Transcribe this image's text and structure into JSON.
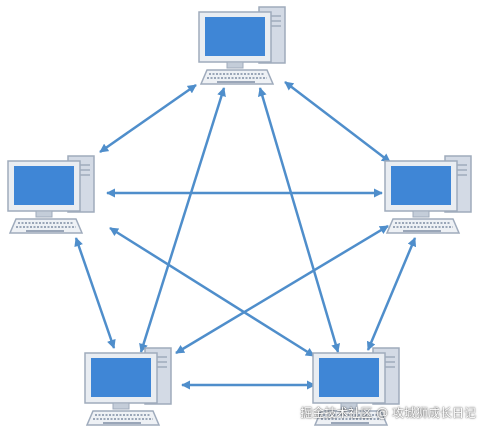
{
  "diagram": {
    "kind": "full-mesh network",
    "nodes": [
      {
        "id": "top",
        "icon": "computer-icon"
      },
      {
        "id": "left",
        "icon": "computer-icon"
      },
      {
        "id": "right",
        "icon": "computer-icon"
      },
      {
        "id": "bottom-left",
        "icon": "computer-icon"
      },
      {
        "id": "bottom-right",
        "icon": "computer-icon"
      }
    ],
    "links": [
      [
        "top",
        "left"
      ],
      [
        "top",
        "right"
      ],
      [
        "top",
        "bottom-left"
      ],
      [
        "top",
        "bottom-right"
      ],
      [
        "left",
        "right"
      ],
      [
        "left",
        "bottom-left"
      ],
      [
        "left",
        "bottom-right"
      ],
      [
        "right",
        "bottom-left"
      ],
      [
        "right",
        "bottom-right"
      ],
      [
        "bottom-left",
        "bottom-right"
      ]
    ],
    "link_style": "double-headed arrow"
  },
  "colors": {
    "arrow": "#4f8ecb",
    "screen": "#3f86d6",
    "case": "#cfd7e3",
    "outline": "#aeb9c8"
  },
  "watermark": "掘金技术社区 @ 攻城狮成长日记"
}
